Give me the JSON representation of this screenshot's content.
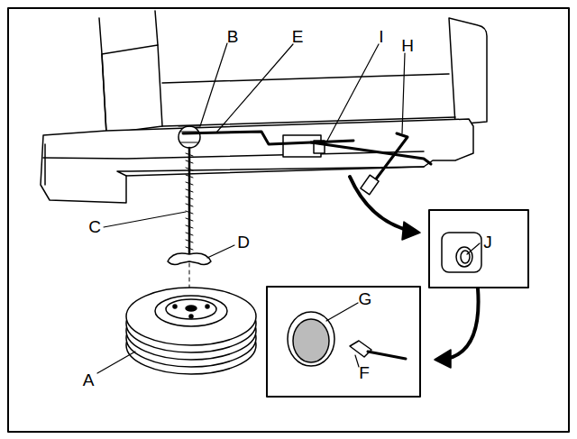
{
  "diagram": {
    "labels": [
      "B",
      "E",
      "I",
      "H",
      "C",
      "J",
      "D",
      "G",
      "F",
      "A"
    ]
  }
}
